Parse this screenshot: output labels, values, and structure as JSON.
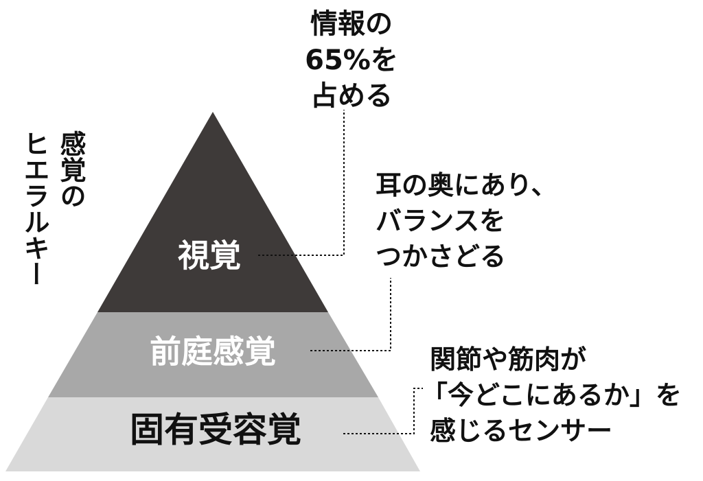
{
  "title_vertical": {
    "col1": "感覚の",
    "col2": "ヒエラルキー"
  },
  "tiers": [
    {
      "label": "視覚",
      "color": "#3e3a39",
      "text_color": "#ffffff"
    },
    {
      "label": "前庭感覚",
      "color": "#a8a8a8",
      "text_color": "#ffffff"
    },
    {
      "label": "固有受容覚",
      "color": "#d9d9d9",
      "text_color": "#111111"
    }
  ],
  "notes": {
    "vision": [
      "情報の",
      "65%を",
      "占める"
    ],
    "vestibular": [
      "耳の奥にあり、",
      "バランスを",
      "つかさどる"
    ],
    "proprioception": [
      "関節や筋肉が",
      "「今どこにあるか」を",
      "感じるセンサー"
    ]
  }
}
